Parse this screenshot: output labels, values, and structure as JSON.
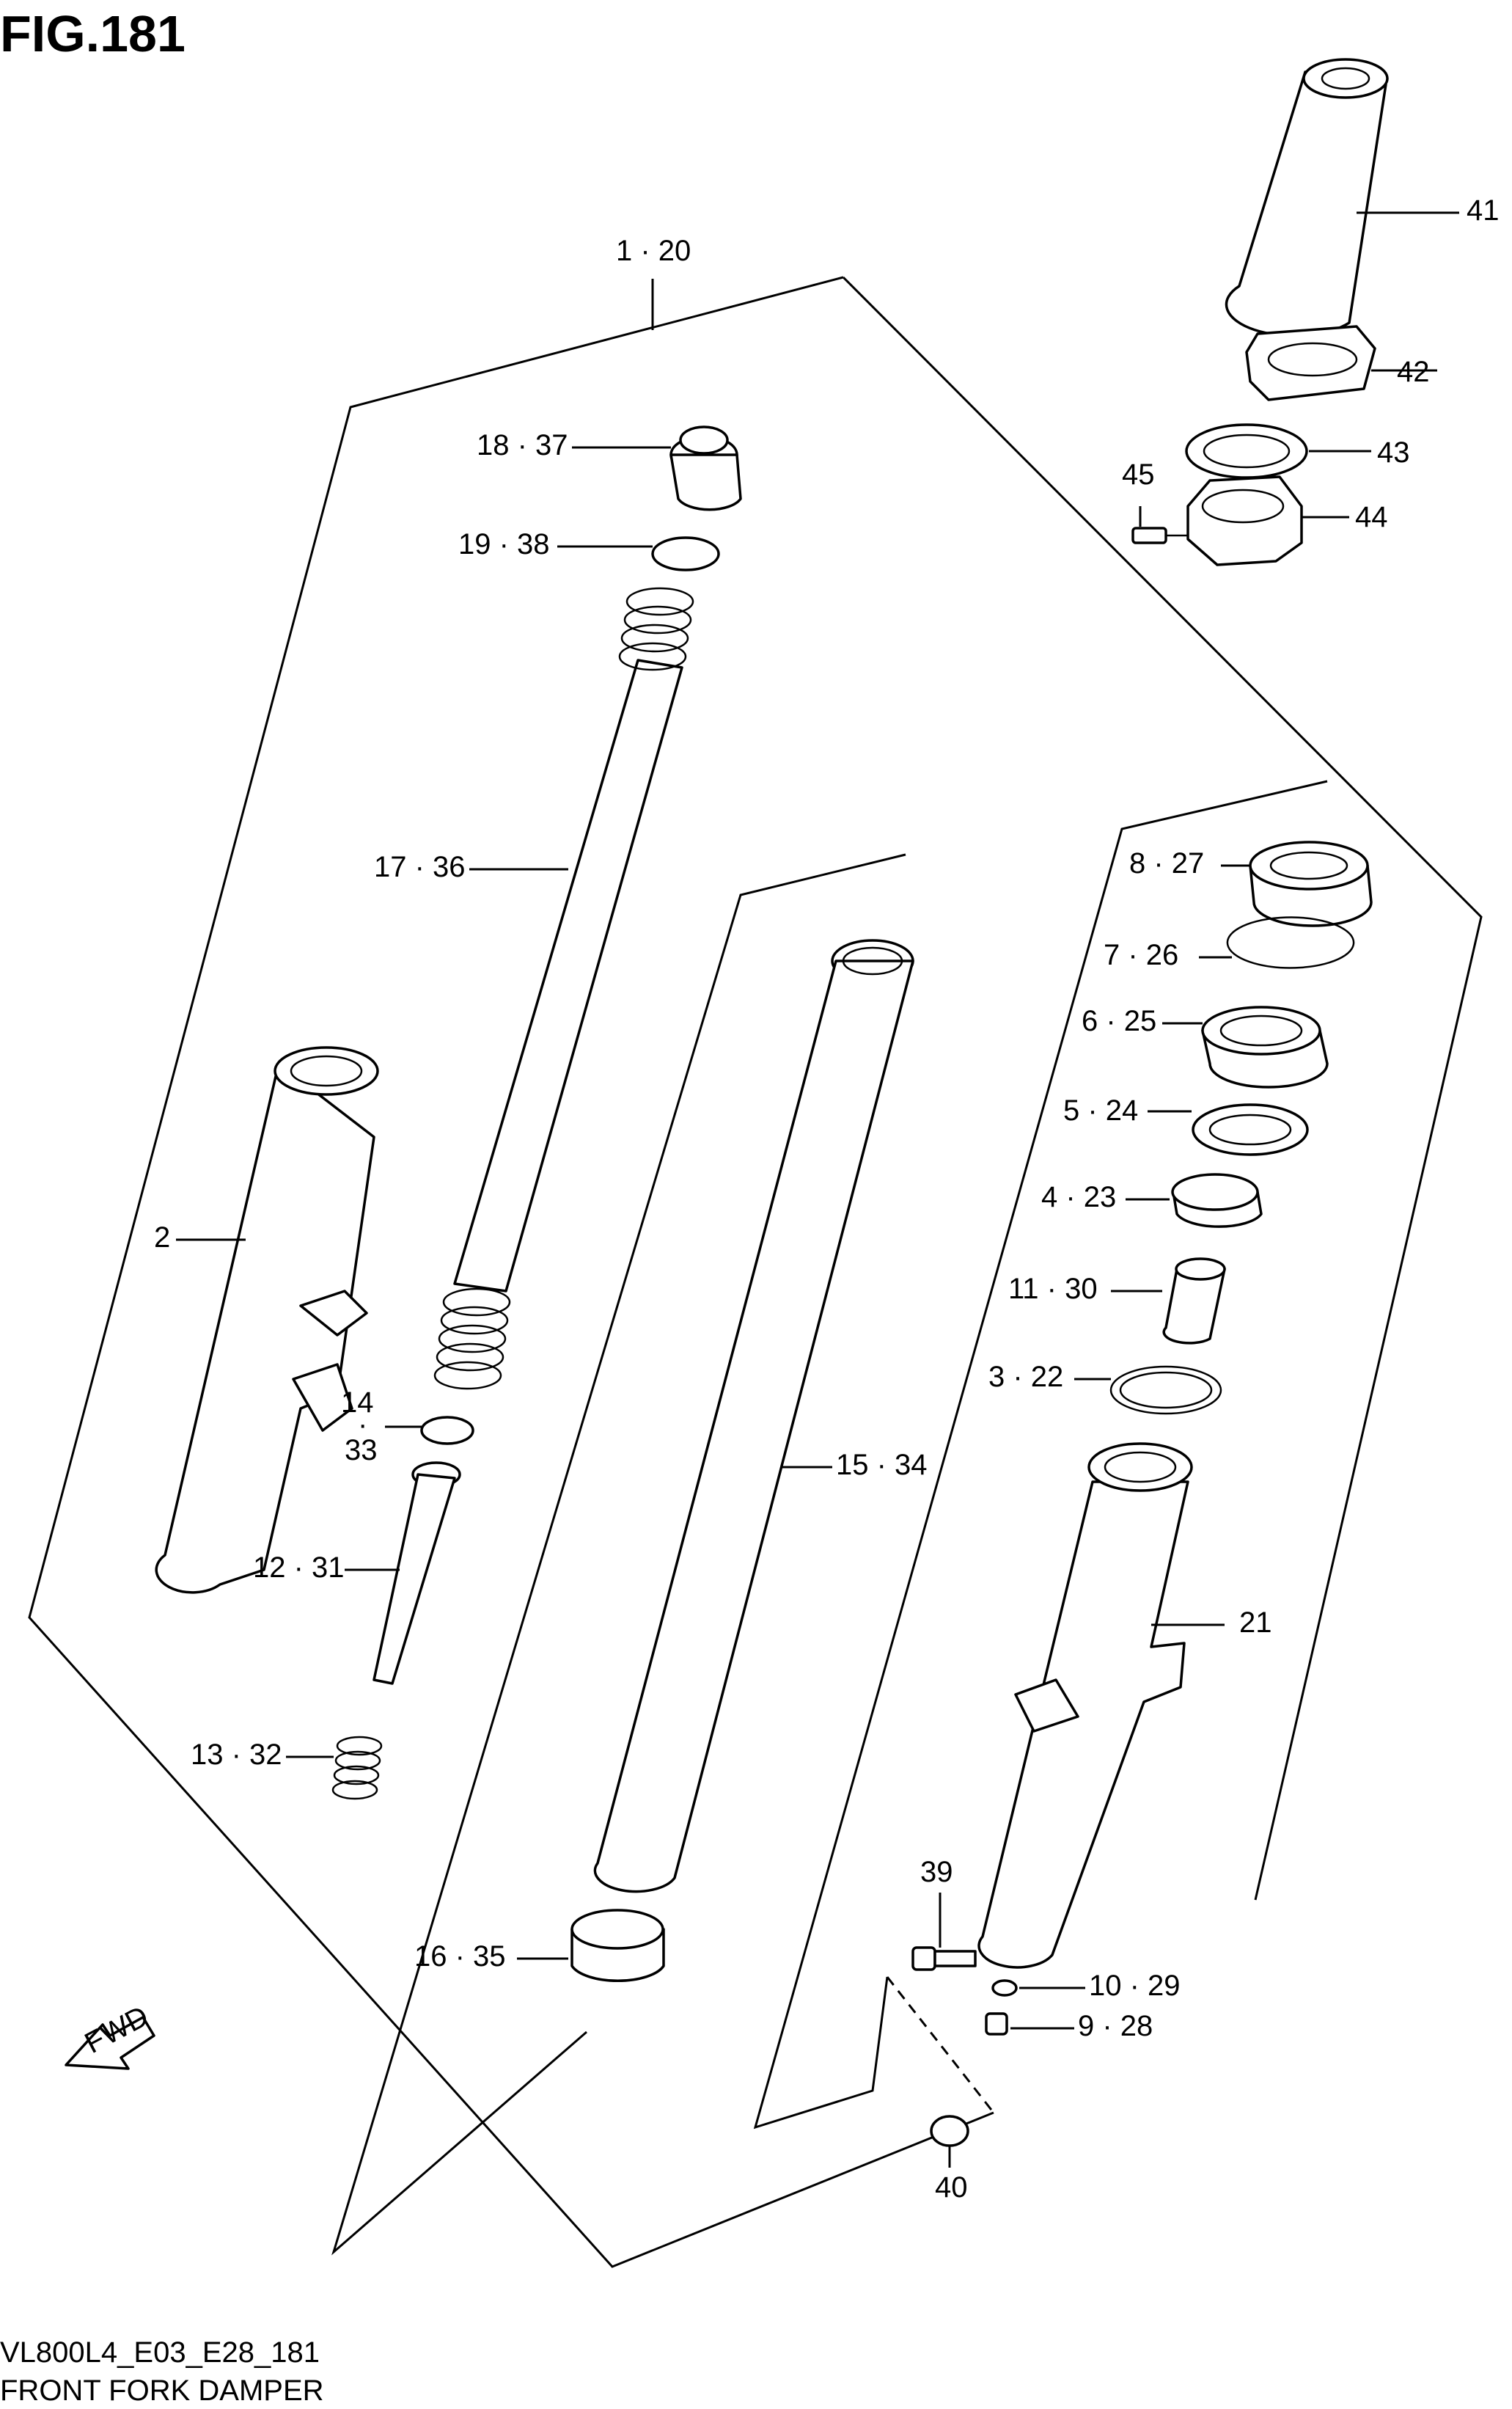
{
  "figure_title": "FIG.181",
  "model_code": "VL800L4_E03_E28_181",
  "diagram_title": "FRONT FORK DAMPER",
  "fwd_label": "FWD",
  "callouts": {
    "c1_20": "1 · 20",
    "c2": "2",
    "c3_22": "3 · 22",
    "c4_23": "4 · 23",
    "c5_24": "5 · 24",
    "c6_25": "6 · 25",
    "c7_26": "7 · 26",
    "c8_27": "8 · 27",
    "c9_28": "9 · 28",
    "c10_29": "10 · 29",
    "c11_30": "11 · 30",
    "c12_31": "12 · 31",
    "c13_32": "13 · 32",
    "c14": "14",
    "c14_dot": "·",
    "c33": "33",
    "c15_34": "15 · 34",
    "c16_35": "16 · 35",
    "c17_36": "17 · 36",
    "c18_37": "18 · 37",
    "c19_38": "19 · 38",
    "c21": "21",
    "c39": "39",
    "c40": "40",
    "c41": "41",
    "c42": "42",
    "c43": "43",
    "c44": "44",
    "c45": "45"
  }
}
